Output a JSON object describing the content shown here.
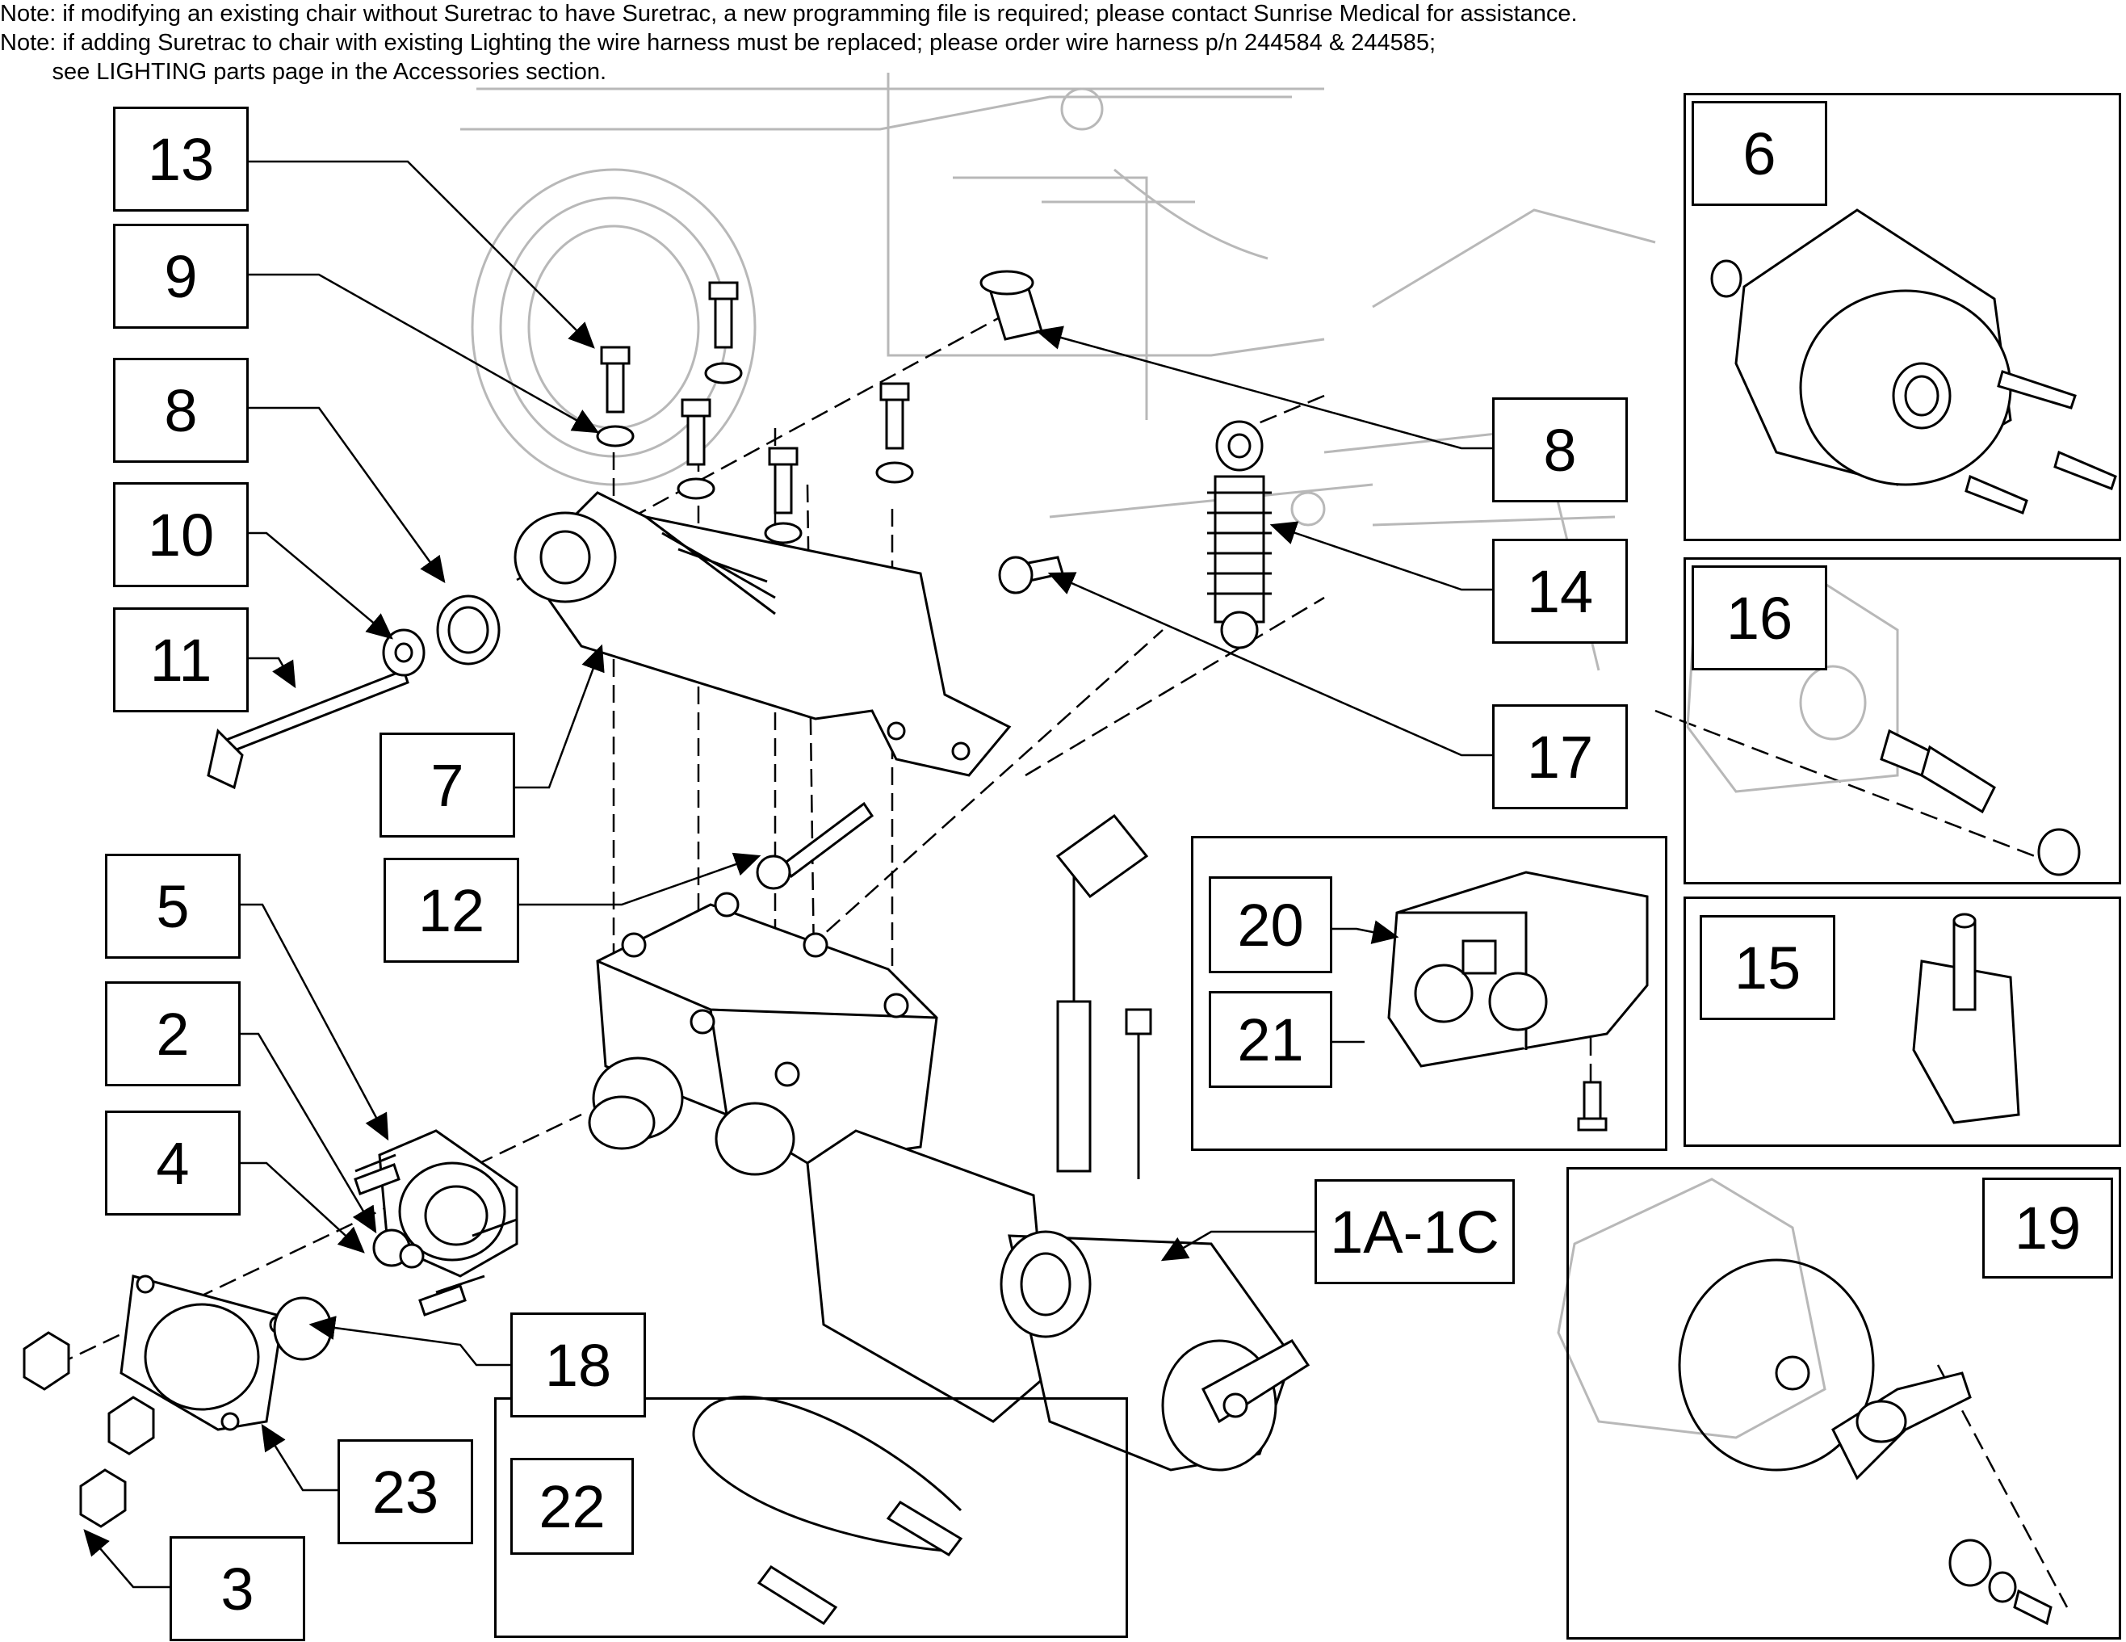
{
  "notes": [
    "Note: if modifying an existing chair without Suretrac to have Suretrac, a new programming file is required; please contact Sunrise Medical for assistance.",
    "Note: if adding Suretrac to chair with existing Lighting the wire harness must be replaced; please order wire harness p/n 244584 & 244585;",
    "        see LIGHTING parts page in the Accessories section."
  ],
  "callouts": {
    "c13": "13",
    "c9": "9",
    "c8_left": "8",
    "c10": "10",
    "c11": "11",
    "c7": "7",
    "c12": "12",
    "c5": "5",
    "c2": "2",
    "c4": "4",
    "c18": "18",
    "c23": "23",
    "c3": "3",
    "c8_right": "8",
    "c14": "14",
    "c17": "17",
    "c1a1c": "1A-1C",
    "c20": "20",
    "c21": "21",
    "c22": "22",
    "c6": "6",
    "c16": "16",
    "c15": "15",
    "c19": "19"
  },
  "colors": {
    "line": "#000000",
    "ghost": "#b8b8b8",
    "background": "#ffffff"
  }
}
